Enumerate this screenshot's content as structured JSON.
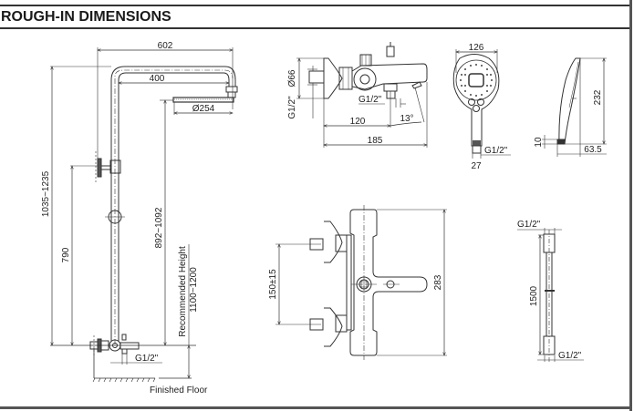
{
  "title": "ROUGH-IN DIMENSIONS",
  "shower_column": {
    "overall_width": "602",
    "arm_length": "400",
    "head_diameter": "Ø254",
    "total_height": "1035~1235",
    "bar_height": "790",
    "head_clearance": "892~1092",
    "recommended_label": "Recommended Height",
    "recommended_value": "1100~1200",
    "inlet": "G1/2\"",
    "floor_label": "Finished Floor"
  },
  "valve_side": {
    "flange_diameter": "Ø66",
    "inlet_left": "G1/2\"",
    "inlet_bottom": "G1/2\"",
    "spout_offset": "120",
    "spout_angle": "13°",
    "total_depth": "185"
  },
  "hand_shower_front": {
    "head_width": "126",
    "connection": "G1/2\"",
    "handle_width": "27"
  },
  "hand_shower_side": {
    "length": "232",
    "base_height": "10",
    "depth": "63.5"
  },
  "valve_front": {
    "inlet_spacing": "150±15",
    "height": "283"
  },
  "hose": {
    "top_connection": "G1/2\"",
    "length": "1500",
    "bottom_connection": "G1/2\""
  }
}
